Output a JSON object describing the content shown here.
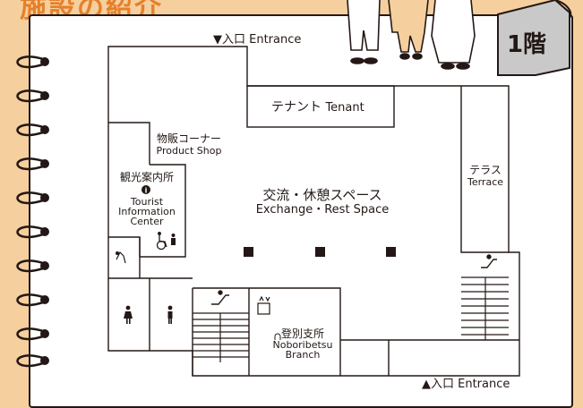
{
  "page": {
    "title": "施設の紹介",
    "floor_badge": "1階"
  },
  "map": {
    "entrance_top": "▼入口 Entrance",
    "entrance_bottom": "▲入口 Entrance",
    "tenant": {
      "jp": "テナント",
      "en": "Tenant"
    },
    "product_shop": {
      "jp": "物販コーナー",
      "en": "Product Shop"
    },
    "tourist_info": {
      "jp": "観光案内所",
      "info_glyph": "i",
      "en_line1": "Tourist",
      "en_line2": "Information",
      "en_line3": "Center"
    },
    "exchange": {
      "jp": "交流・休憩スペース",
      "en": "Exchange・Rest Space"
    },
    "terrace": {
      "jp": "テラス",
      "en": "Terrace"
    },
    "branch": {
      "jp": "登別支所",
      "en_line1": "Noboribetsu",
      "en_line2": "Branch"
    },
    "icons": [
      "elevator-icon",
      "escalator-icon",
      "wheelchair-icon",
      "baby-icon",
      "mens-restroom-icon",
      "womens-restroom-icon",
      "info-icon"
    ]
  },
  "colors": {
    "background": "#f6cf9e",
    "title": "#e5802a",
    "badge_bg": "#c9c9c9",
    "line": "#231815"
  }
}
